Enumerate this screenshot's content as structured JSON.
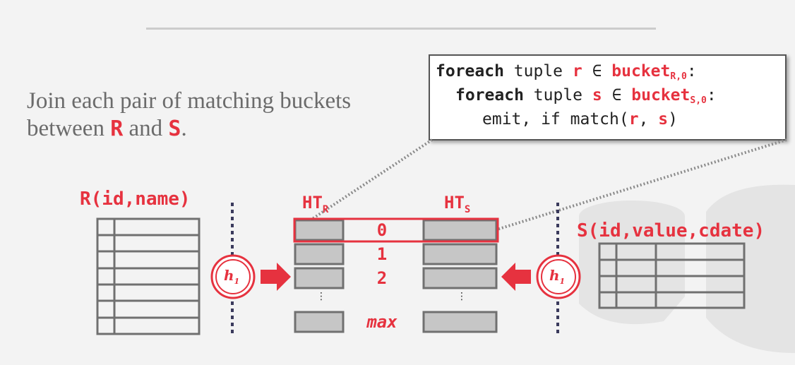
{
  "headline": {
    "text_before": "Join each pair of matching buckets between ",
    "r": "R",
    "text_mid": " and ",
    "s": "S",
    "text_after": "."
  },
  "code": {
    "line1": {
      "kw": "foreach",
      "mid": " tuple ",
      "var": "r",
      "in": " ∈ ",
      "bucket": "bucket",
      "sub": "R,0",
      "colon": ":"
    },
    "line2": {
      "kw": "foreach",
      "mid": " tuple ",
      "var": "s",
      "in": " ∈ ",
      "bucket": "bucket",
      "sub": "S,0",
      "colon": ":"
    },
    "line3": {
      "pre": "emit, if match(",
      "r": "r",
      "comma": ", ",
      "s": "s",
      "post": ")"
    }
  },
  "table_r": {
    "label": "R(id,name)",
    "rows": 7
  },
  "table_s": {
    "label": "S(id,value,cdate)",
    "rows": 4
  },
  "hash_tables": {
    "ht_r": {
      "label": "HT",
      "sub": "R"
    },
    "ht_s": {
      "label": "HT",
      "sub": "S"
    },
    "bucket_labels": [
      "0",
      "1",
      "2",
      "max"
    ],
    "ellipsis": "⋮"
  },
  "hash_function": {
    "name": "h",
    "sub": "1"
  },
  "colors": {
    "accent": "#e6323f",
    "bucket_fill": "#c6c6c6",
    "outline": "#707070",
    "text": "#6b6b6b"
  }
}
